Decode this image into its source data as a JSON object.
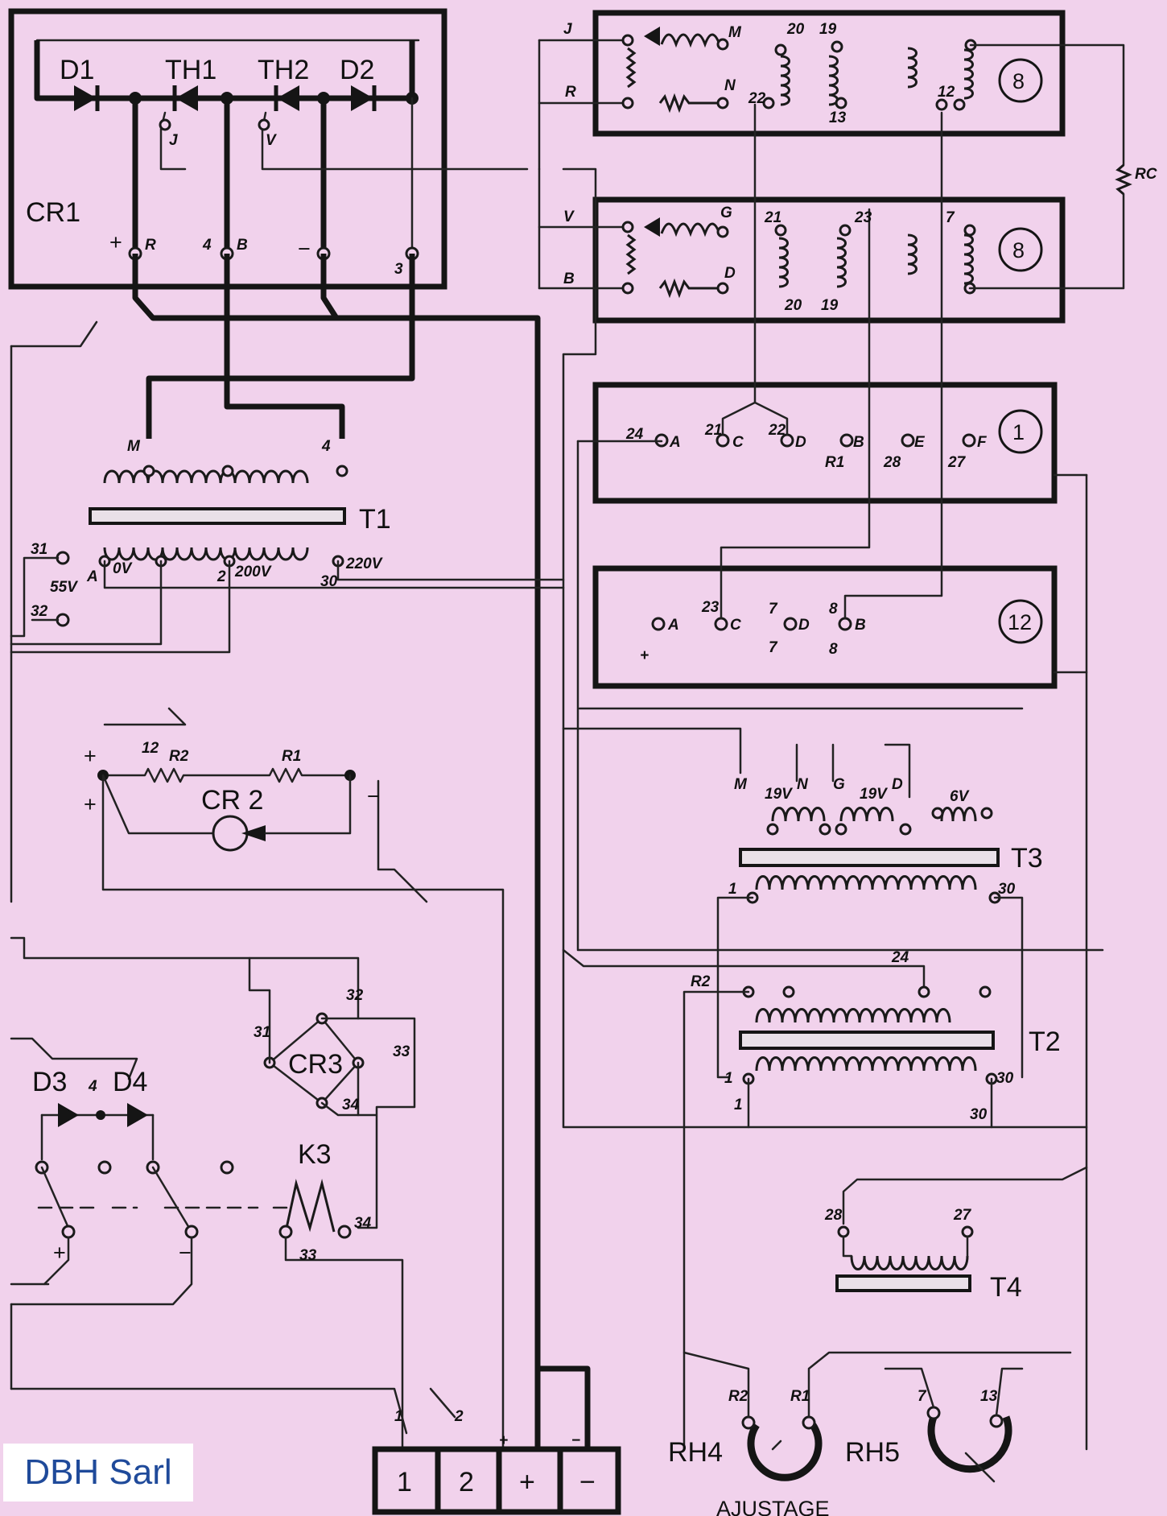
{
  "components": {
    "cr1": "CR1",
    "d1": "D1",
    "th1": "TH1",
    "th2": "TH2",
    "d2": "D2",
    "t1": "T1",
    "cr2": "CR 2",
    "cr3": "CR3",
    "t3": "T3",
    "t2": "T2",
    "t4": "T4",
    "d3": "D3",
    "d4": "D4",
    "k3": "K3",
    "rh4": "RH4",
    "rh5": "RH5",
    "rc": "RC",
    "r1": "R1",
    "r2": "R2"
  },
  "modules": {
    "m8a": "8",
    "m8b": "8",
    "m1": "1",
    "m12": "12"
  },
  "terminal_block": [
    "1",
    "2",
    "+",
    "−"
  ],
  "labels": {
    "cr1_plus": "+",
    "cr1_r": "R",
    "cr1_4": "4",
    "cr1_b": "B",
    "cr1_minus": "−",
    "cr1_3": "3",
    "th1_j": "J",
    "th2_v": "V",
    "in_j": "J",
    "in_r": "R",
    "in_v": "V",
    "in_b": "B",
    "m8a_m": "M",
    "m8a_n": "N",
    "m8a_20": "20",
    "m8a_19": "19",
    "m8a_22": "22",
    "m8a_13": "13",
    "m8a_12": "12",
    "m8b_g": "G",
    "m8b_d": "D",
    "m8b_21": "21",
    "m8b_23": "23",
    "m8b_7": "7",
    "m8b_20": "20",
    "m8b_19": "19",
    "m1_24": "24",
    "m1_a": "A",
    "m1_21": "21",
    "m1_c": "C",
    "m1_22": "22",
    "m1_d": "D",
    "m1_r1": "R1",
    "m1_b": "B",
    "m1_28": "28",
    "m1_e": "E",
    "m1_27": "27",
    "m1_f": "F",
    "m12_plus": "+",
    "m12_a": "A",
    "m12_23": "23",
    "m12_c": "C",
    "m12_7": "7",
    "m12_d": "D",
    "m12_8": "8",
    "m12_b": "B",
    "m12_7b": "7",
    "m12_8b": "8",
    "t1_m": "M",
    "t1_4": "4",
    "t1_31": "31",
    "t1_32": "32",
    "t1_55v": "55V",
    "t1_0v": "0V",
    "t1_a": "A",
    "t1_2": "2",
    "t1_200v": "200V",
    "t1_30": "30",
    "t1_220v": "220V",
    "cr2_plus1": "+",
    "cr2_plus2": "+",
    "cr2_minus": "−",
    "cr2_12": "12",
    "cr3_31": "31",
    "cr3_32": "32",
    "cr3_33": "33",
    "cr3_34": "34",
    "k3_33": "33",
    "k3_34": "34",
    "d34_4": "4",
    "sw_plus": "+",
    "sw_minus": "−",
    "t3_m": "M",
    "t3_n": "N",
    "t3_19v_a": "19V",
    "t3_g": "G",
    "t3_19v_b": "19V",
    "t3_d": "D",
    "t3_6v": "6V",
    "t3_1": "1",
    "t3_30": "30",
    "t2_r2": "R2",
    "t2_24": "24",
    "t2_1": "1",
    "t2_30": "30",
    "t2_1b": "1",
    "t2_30b": "30",
    "t4_28": "28",
    "t4_27": "27",
    "rh4_r2": "R2",
    "rh4_r1": "R1",
    "rh5_7": "7",
    "rh5_13": "13",
    "blk_1": "1",
    "blk_2": "2",
    "blk_plus": "+",
    "blk_minus": "−",
    "ajustage": "AJUSTAGE"
  },
  "logo": "DBH Sarl"
}
